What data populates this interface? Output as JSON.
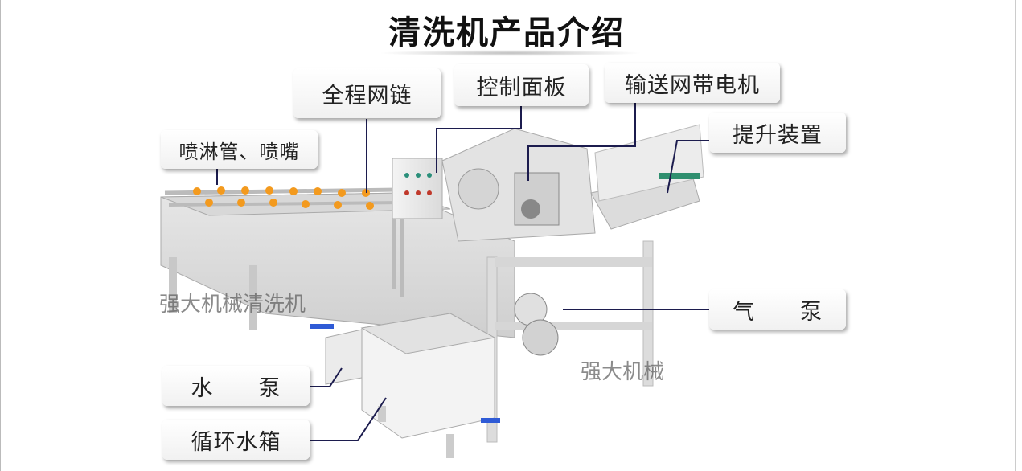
{
  "title": "清洗机产品介绍",
  "labels": {
    "full_mesh_chain": "全程网链",
    "control_panel": "控制面板",
    "conveyor_motor": "输送网带电机",
    "lifting_device": "提升装置",
    "spray_pipe_nozzle": "喷淋管、喷嘴",
    "air_pump": "气　　泵",
    "water_pump": "水　　泵",
    "circulating_tank": "循环水箱"
  },
  "watermarks": {
    "main": "强大机械清洗机",
    "secondary": "强大机械"
  },
  "colors": {
    "leader_line": "#1c1c4e",
    "nozzle": "#f39a1e",
    "valve": "#2f5bd6"
  }
}
